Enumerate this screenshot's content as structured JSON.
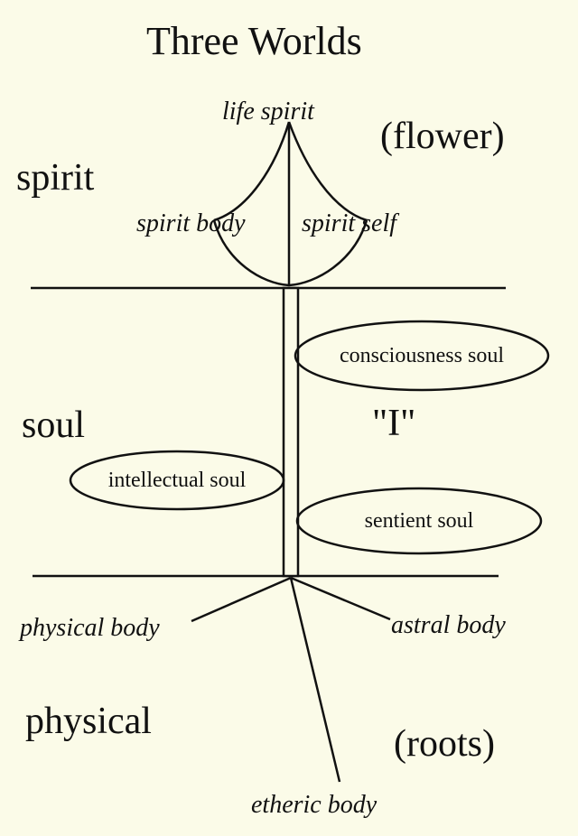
{
  "title": "Three Worlds",
  "realms": {
    "spirit": "spirit",
    "soul": "soul",
    "physical": "physical"
  },
  "annotations": {
    "flower": "(flower)",
    "roots": "(roots)",
    "i_label": "\"I\""
  },
  "spirit_members": {
    "life_spirit": "life spirit",
    "spirit_body": "spirit body",
    "spirit_self": "spirit self"
  },
  "soul_members": {
    "consciousness_soul": "consciousness soul",
    "intellectual_soul": "intellectual soul",
    "sentient_soul": "sentient soul"
  },
  "bodies": {
    "physical_body": "physical body",
    "astral_body": "astral body",
    "etheric_body": "etheric body"
  },
  "colors": {
    "background": "#fbfbe8",
    "ink": "#111111"
  }
}
